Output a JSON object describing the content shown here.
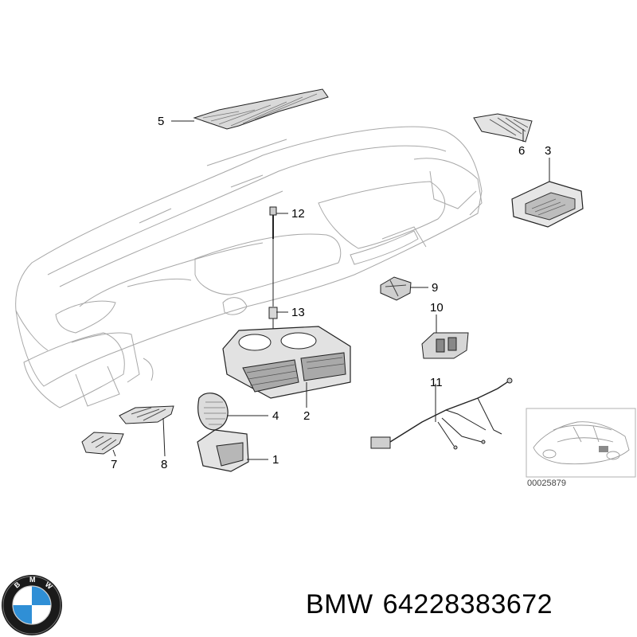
{
  "diagram": {
    "callouts": [
      {
        "id": "1",
        "label": "1",
        "part": "vent-outlet-lower"
      },
      {
        "id": "2",
        "label": "2",
        "part": "center-vent-assembly"
      },
      {
        "id": "3",
        "label": "3",
        "part": "vent-outlet-right"
      },
      {
        "id": "4",
        "label": "4",
        "part": "vent-grille"
      },
      {
        "id": "5",
        "label": "5",
        "part": "defroster-grille"
      },
      {
        "id": "6",
        "label": "6",
        "part": "side-window-grille"
      },
      {
        "id": "7",
        "label": "7",
        "part": "small-grille"
      },
      {
        "id": "8",
        "label": "8",
        "part": "side-defroster-grille"
      },
      {
        "id": "9",
        "label": "9",
        "part": "cover-knob"
      },
      {
        "id": "10",
        "label": "10",
        "part": "switch-unit"
      },
      {
        "id": "11",
        "label": "11",
        "part": "wiring-harness"
      },
      {
        "id": "12",
        "label": "12",
        "part": "screw"
      },
      {
        "id": "13",
        "label": "13",
        "part": "spacer"
      }
    ],
    "reference_number": "00025879"
  },
  "footer": {
    "brand": "BMW",
    "part_number": "64228383672",
    "logo_letters": "BMW"
  },
  "colors": {
    "line": "#222222",
    "faint_line": "#9a9a9a",
    "logo_blue": "#2f8fd6",
    "logo_black": "#111111"
  }
}
